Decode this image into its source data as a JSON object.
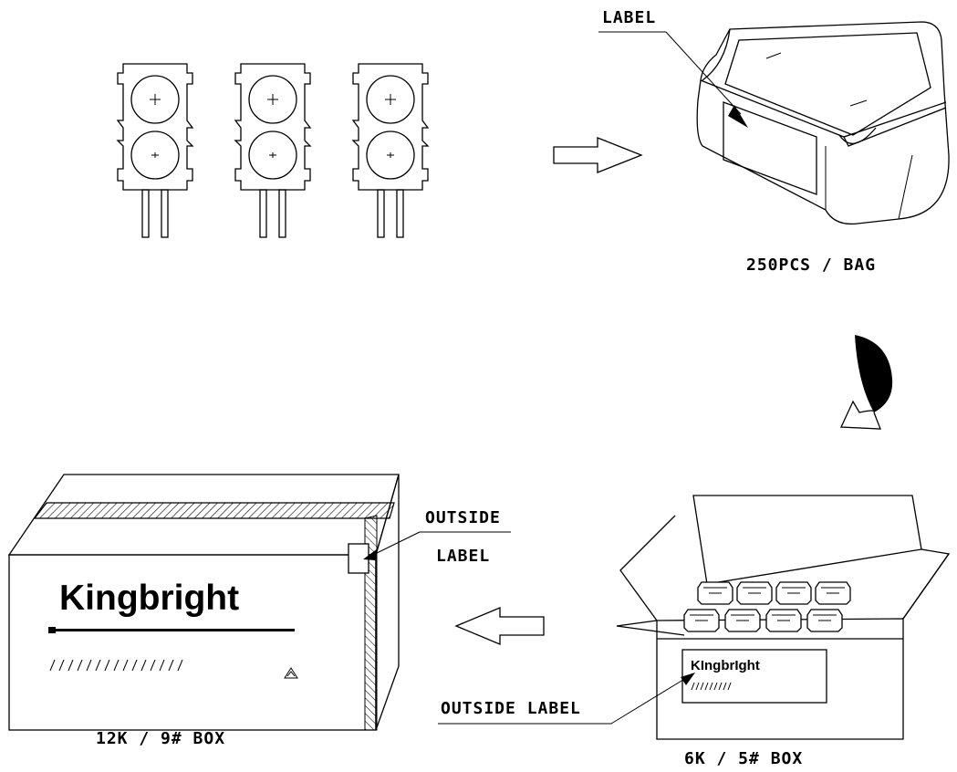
{
  "labels": {
    "bag_label": "LABEL",
    "bag_qty": "250PCS / BAG",
    "outside_label_top": "OUTSIDE",
    "outside_label_bottom": "LABEL",
    "inner_outside_label": "OUTSIDE LABEL",
    "big_box_qty": "12K / 9# BOX",
    "small_box_qty": "6K / 5# BOX"
  },
  "brand": {
    "big_box": "Kingbright",
    "small_box": "KIngbrIght"
  },
  "colors": {
    "line": "#000000",
    "background": "#ffffff"
  }
}
